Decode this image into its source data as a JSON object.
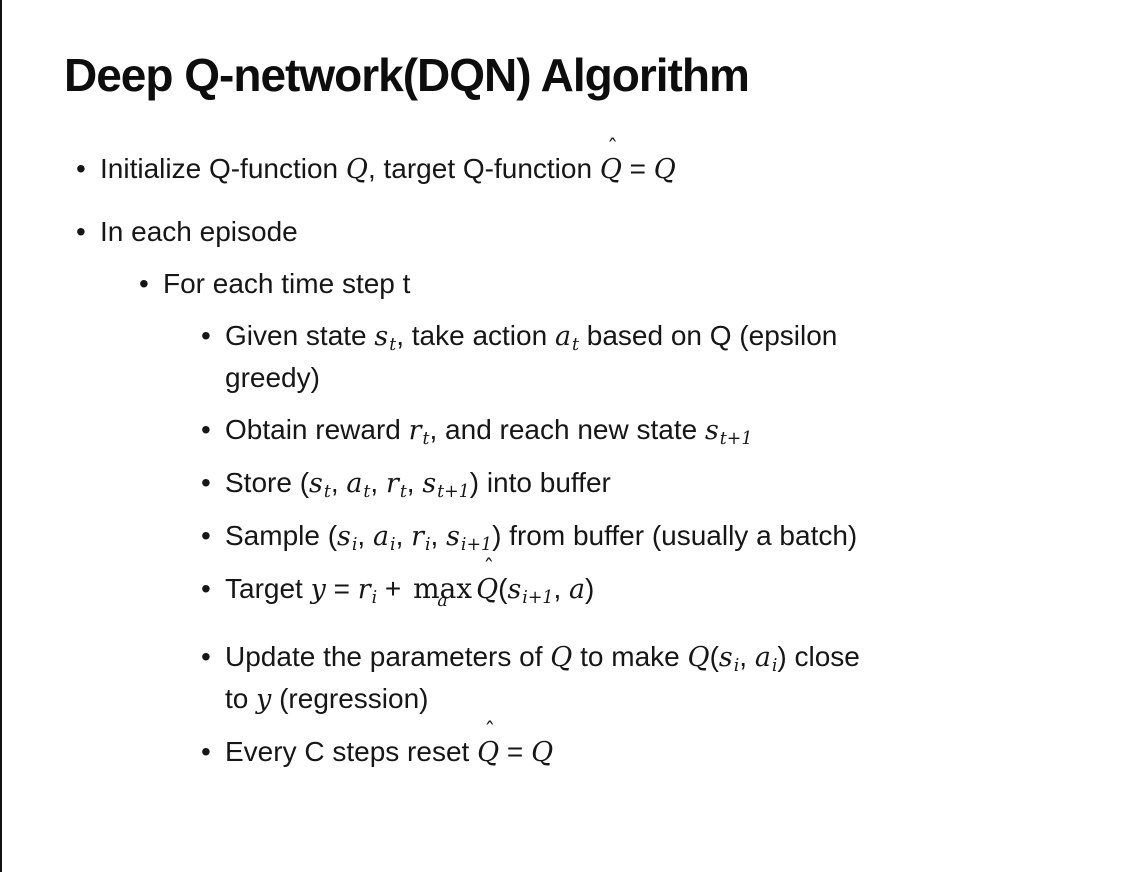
{
  "slide": {
    "title": "Deep Q-network(DQN) Algorithm",
    "bullet_char": "•",
    "hat_char": "ˆ",
    "bullets": [
      {
        "level": 1,
        "segments": [
          {
            "t": "Initialize Q-function "
          },
          {
            "m": "Q"
          },
          {
            "t": ", target Q-function "
          },
          {
            "m": "Q",
            "hat": true
          },
          {
            "t": " = "
          },
          {
            "m": "Q"
          }
        ]
      },
      {
        "level": 1,
        "segments": [
          {
            "t": "In each episode"
          }
        ]
      },
      {
        "level": 2,
        "segments": [
          {
            "t": "For each time step t"
          }
        ]
      },
      {
        "level": 3,
        "segments": [
          {
            "t": "Given state "
          },
          {
            "m": "s",
            "sub": "t"
          },
          {
            "t": ", take action "
          },
          {
            "m": "a",
            "sub": "t"
          },
          {
            "t": " based on Q (epsilon"
          },
          {
            "br": true
          },
          {
            "t": "greedy)"
          }
        ]
      },
      {
        "level": 3,
        "segments": [
          {
            "t": "Obtain reward "
          },
          {
            "m": "r",
            "sub": "t"
          },
          {
            "t": ", and reach new state "
          },
          {
            "m": "s",
            "sub": "t+1"
          }
        ]
      },
      {
        "level": 3,
        "segments": [
          {
            "t": "Store ("
          },
          {
            "m": "s",
            "sub": "t"
          },
          {
            "t": ", "
          },
          {
            "m": "a",
            "sub": "t"
          },
          {
            "t": ", "
          },
          {
            "m": "r",
            "sub": "t"
          },
          {
            "t": ", "
          },
          {
            "m": "s",
            "sub": "t+1"
          },
          {
            "t": ") into buffer"
          }
        ]
      },
      {
        "level": 3,
        "segments": [
          {
            "t": "Sample ("
          },
          {
            "m": "s",
            "sub": "i"
          },
          {
            "t": ", "
          },
          {
            "m": "a",
            "sub": "i"
          },
          {
            "t": ", "
          },
          {
            "m": "r",
            "sub": "i"
          },
          {
            "t": ", "
          },
          {
            "m": "s",
            "sub": "i+1"
          },
          {
            "t": ") from buffer (usually a batch)"
          }
        ]
      },
      {
        "level": 3,
        "segments": [
          {
            "t": "Target "
          },
          {
            "m": "y"
          },
          {
            "t": " = "
          },
          {
            "m": "r",
            "sub": "i"
          },
          {
            "t": " + "
          },
          {
            "op": "max",
            "under": "a"
          },
          {
            "m": "Q",
            "hat": true
          },
          {
            "t": "("
          },
          {
            "m": "s",
            "sub": "i+1"
          },
          {
            "t": ", "
          },
          {
            "m": "a"
          },
          {
            "t": ")"
          }
        ]
      },
      {
        "level": 3,
        "segments": [
          {
            "t": "Update the parameters of "
          },
          {
            "m": "Q"
          },
          {
            "t": " to make "
          },
          {
            "m": "Q"
          },
          {
            "t": "("
          },
          {
            "m": "s",
            "sub": "i"
          },
          {
            "t": ", "
          },
          {
            "m": "a",
            "sub": "i"
          },
          {
            "t": ") close"
          },
          {
            "br": true
          },
          {
            "t": "to "
          },
          {
            "m": "y"
          },
          {
            "t": " (regression)"
          }
        ]
      },
      {
        "level": 3,
        "segments": [
          {
            "t": "Every C steps reset "
          },
          {
            "m": "Q",
            "hat": true
          },
          {
            "t": " = "
          },
          {
            "m": "Q"
          }
        ]
      }
    ]
  }
}
